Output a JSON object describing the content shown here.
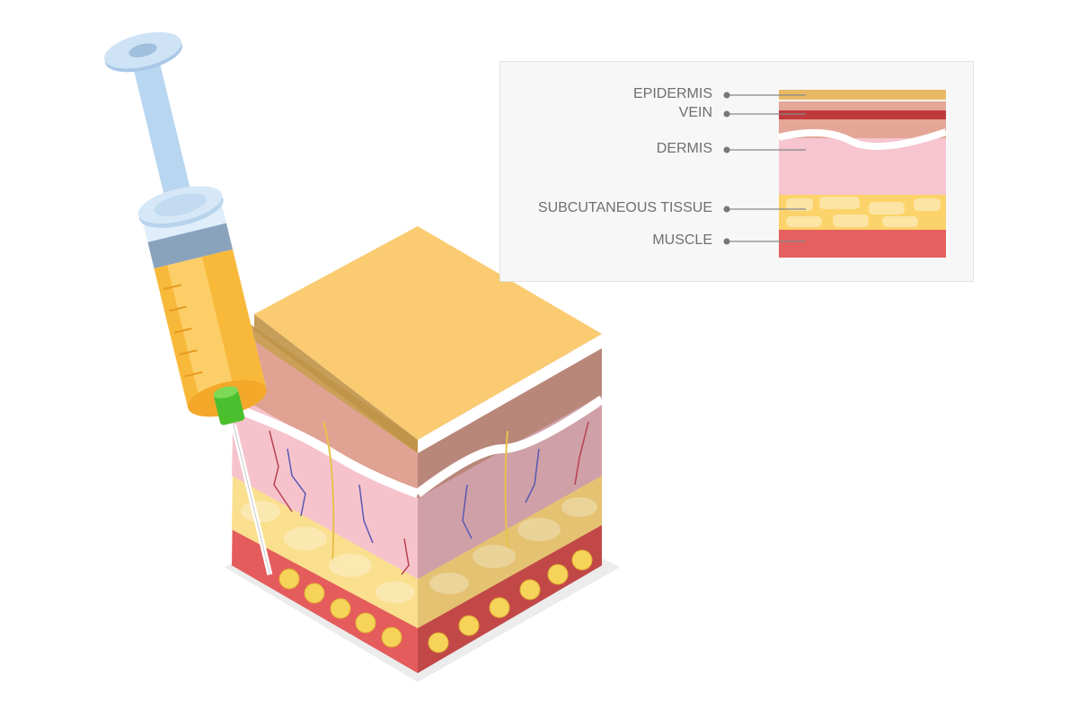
{
  "legend": {
    "labels": [
      "EPIDERMIS",
      "VEIN",
      "DERMIS",
      "SUBCUTANEOUS TISSUE",
      "MUSCLE"
    ]
  },
  "colors": {
    "epidermis": "#e8b964",
    "vein": "#c03a3c",
    "upper_dermis": "#e4a697",
    "dermis": "#f6c5cf",
    "subcutaneous": "#fbe4a4",
    "fat_bg": "#fcd36a",
    "muscle": "#e56060",
    "fluid": "#f8b93a",
    "hub": "#4cbf2f"
  }
}
